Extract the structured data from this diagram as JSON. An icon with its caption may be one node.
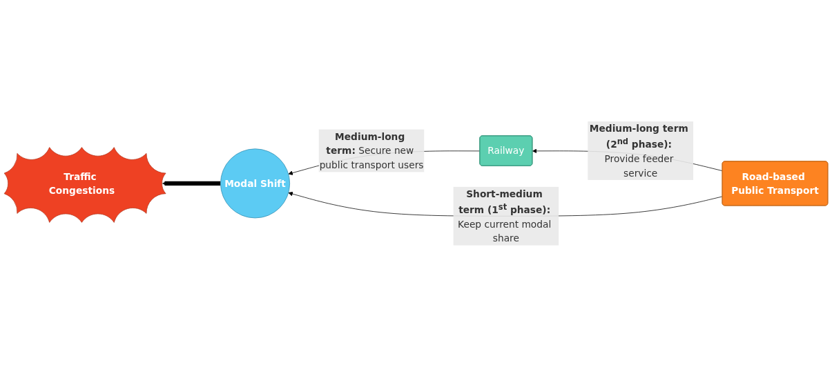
{
  "diagram": {
    "nodes": [
      {
        "text": [
          "Traffic Congestions"
        ]
      },
      {
        "text": [
          "Modal Shift"
        ]
      },
      {
        "text": [
          "Railway"
        ]
      },
      {
        "text": [
          "Road-based Public Transport"
        ]
      }
    ],
    "edges": [
      {
        "from": 1,
        "to": 0,
        "arrow": "to",
        "style": "thick"
      },
      {
        "from": 2,
        "to": 1,
        "arrow": "to",
        "label": "**Medium-long term:** Secure new public transport users"
      },
      {
        "from": 3,
        "to": 1,
        "arrow": "to",
        "label": "**Short-medium term (1$^{st}$ phase):** Keep current modal share"
      },
      {
        "from": 3,
        "to": 2,
        "arrow": "to",
        "label": "**Medium-long term (2$^{nd}$ phase):** Provide feeder service"
      }
    ]
  }
}
